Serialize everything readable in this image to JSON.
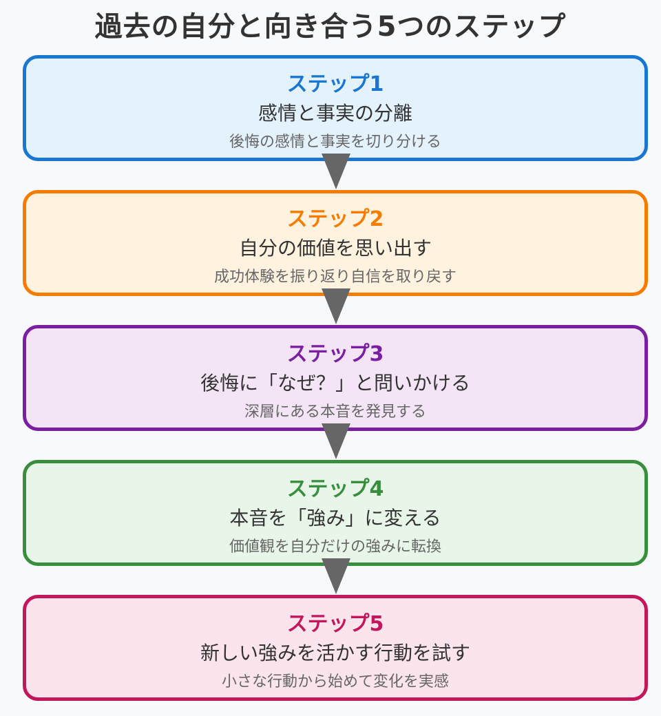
{
  "title": "過去の自分と向き合う5つのステップ",
  "steps": [
    {
      "label": "ステップ1",
      "main": "感情と事実の分離",
      "sub": "後悔の感情と事実を切り分ける",
      "color": "#1976d2",
      "fill": "#e3f2fd"
    },
    {
      "label": "ステップ2",
      "main": "自分の価値を思い出す",
      "sub": "成功体験を振り返り自信を取り戻す",
      "color": "#f57c00",
      "fill": "#fff3e0"
    },
    {
      "label": "ステップ3",
      "main": "後悔に「なぜ？」と問いかける",
      "sub": "深層にある本音を発見する",
      "color": "#7b1fa2",
      "fill": "#f3e5f5"
    },
    {
      "label": "ステップ4",
      "main": "本音を「強み」に変える",
      "sub": "価値観を自分だけの強みに転換",
      "color": "#388e3c",
      "fill": "#e8f5e9"
    },
    {
      "label": "ステップ5",
      "main": "新しい強みを活かす行動を試す",
      "sub": "小さな行動から始めて変化を実感",
      "color": "#c2185b",
      "fill": "#fce4ec"
    }
  ],
  "arrow_color": "#666666"
}
